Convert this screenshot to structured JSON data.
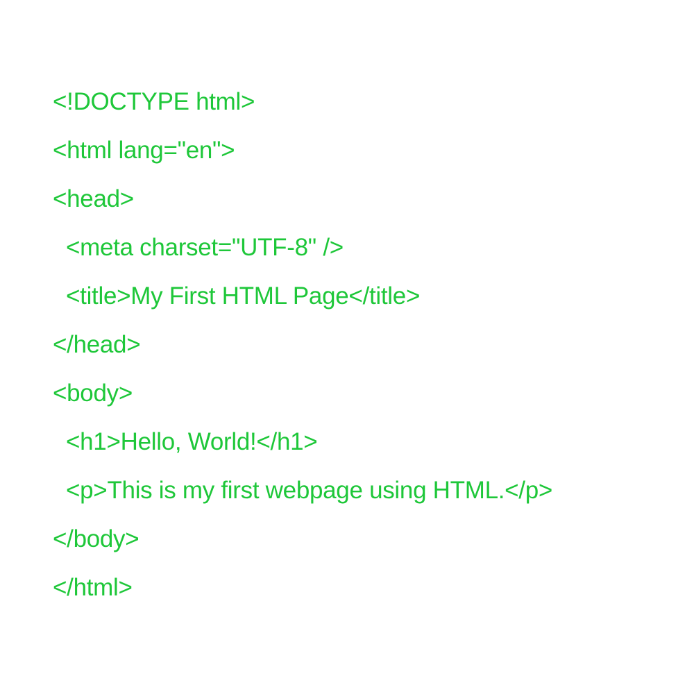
{
  "document": {
    "text_color": "#1ec739",
    "background_color": "#ffffff",
    "lines": [
      {
        "text": "<!DOCTYPE html>",
        "indent": 0
      },
      {
        "text": "<html lang=\"en\">",
        "indent": 0
      },
      {
        "text": "<head>",
        "indent": 0
      },
      {
        "text": "<meta charset=\"UTF-8\" />",
        "indent": 1
      },
      {
        "text": "<title>My First HTML Page</title>",
        "indent": 1
      },
      {
        "text": "</head>",
        "indent": 0
      },
      {
        "text": "<body>",
        "indent": 0
      },
      {
        "text": "<h1>Hello, World!</h1>",
        "indent": 1
      },
      {
        "text": "<p>This is my first webpage using HTML.</p>",
        "indent": 1
      },
      {
        "text": "</body>",
        "indent": 0
      },
      {
        "text": "</html>",
        "indent": 0
      }
    ]
  }
}
